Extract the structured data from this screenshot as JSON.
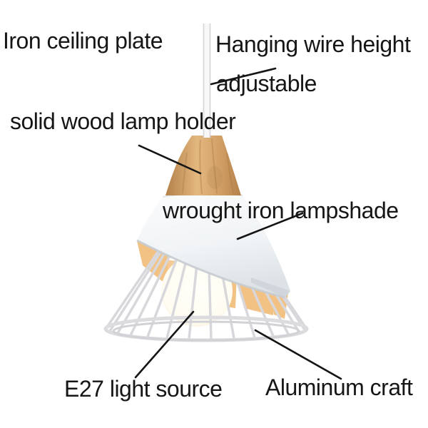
{
  "annotations": {
    "ceiling_plate": "Iron ceiling plate",
    "wire_height_line1": "Hanging wire height",
    "wire_height_line2": "adjustable",
    "wood_holder": "solid wood lamp holder",
    "iron_shade": "wrought iron lampshade",
    "light_source": "E27 light source",
    "aluminum_craft": "Aluminum craft"
  },
  "colors": {
    "background": "#ffffff",
    "text": "#161616",
    "leader_line": "#141414",
    "wood_dark": "#b3804a",
    "wood_mid": "#cf9d63",
    "wood_light": "#e3b87f",
    "shade_top": "#fafbfc",
    "shade_mid": "#f1f4f6",
    "shade_bottom": "#dce2e6",
    "shade_edge": "#c6ccd2",
    "cage_wire": "#d8d8dc",
    "cage_rim": "#dcdcdf",
    "amber_glow": "#f2c184",
    "bulb": "#fffdf2",
    "hanging_wire_fill": "#f8f8f9",
    "hanging_wire_edge": "#d5d5d9"
  }
}
